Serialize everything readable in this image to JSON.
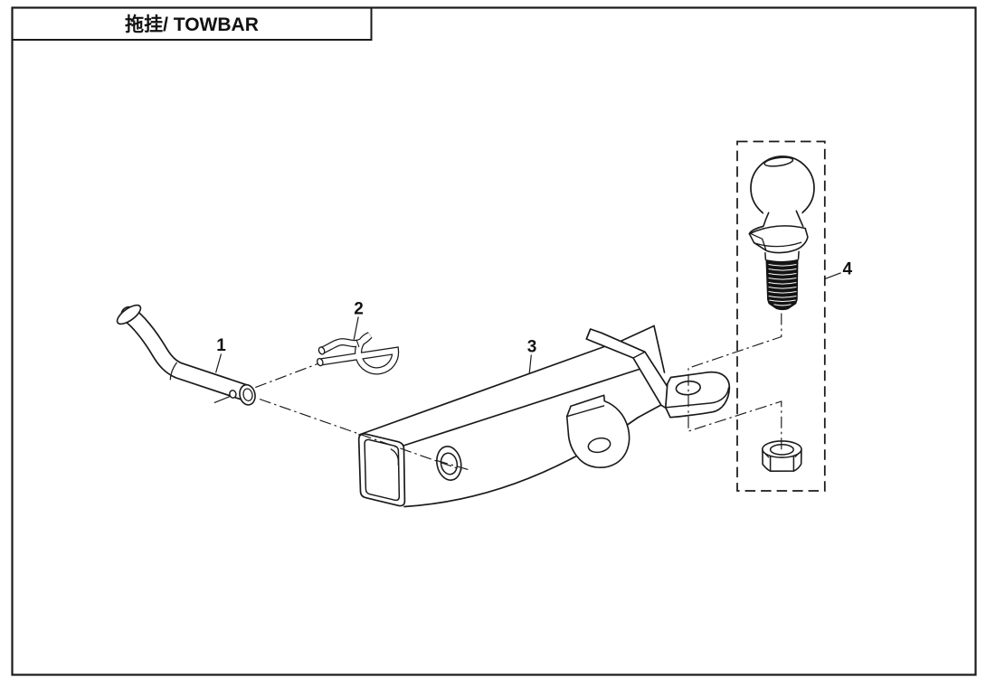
{
  "title_block": {
    "title": "拖挂/ TOWBAR"
  },
  "callouts": {
    "c1": "1",
    "c2": "2",
    "c3": "3",
    "c4": "4"
  },
  "colors": {
    "line": "#1a1a1a",
    "background": "#ffffff"
  }
}
